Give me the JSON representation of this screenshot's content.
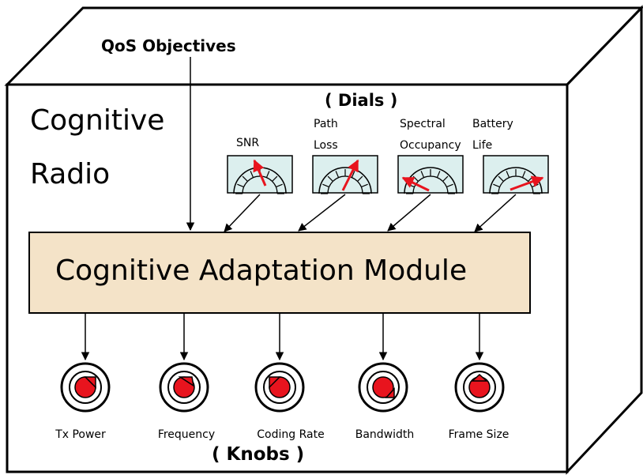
{
  "box_title": [
    "Cognitive",
    "Radio"
  ],
  "input_label": "QoS Objectives",
  "dials_group_label": "( Dials )",
  "dials": [
    {
      "label": "SNR"
    },
    {
      "label": "Path Loss"
    },
    {
      "label": "Spectral Occupancy"
    },
    {
      "label": "Battery Life"
    }
  ],
  "module_label": "Cognitive Adaptation Module",
  "knobs_group_label": "( Knobs )",
  "knobs": [
    {
      "label": "Tx Power"
    },
    {
      "label": "Frequency"
    },
    {
      "label": "Coding Rate"
    },
    {
      "label": "Bandwidth"
    },
    {
      "label": "Frame Size"
    }
  ],
  "colors": {
    "module_fill": "#f4e3c8",
    "dial_face": "#dcefee",
    "needle": "#e8141e",
    "knob_fill": "#e8141e",
    "stroke": "#000000"
  },
  "icons": [
    "dial-gauge-icon",
    "knob-icon",
    "arrow-icon"
  ]
}
